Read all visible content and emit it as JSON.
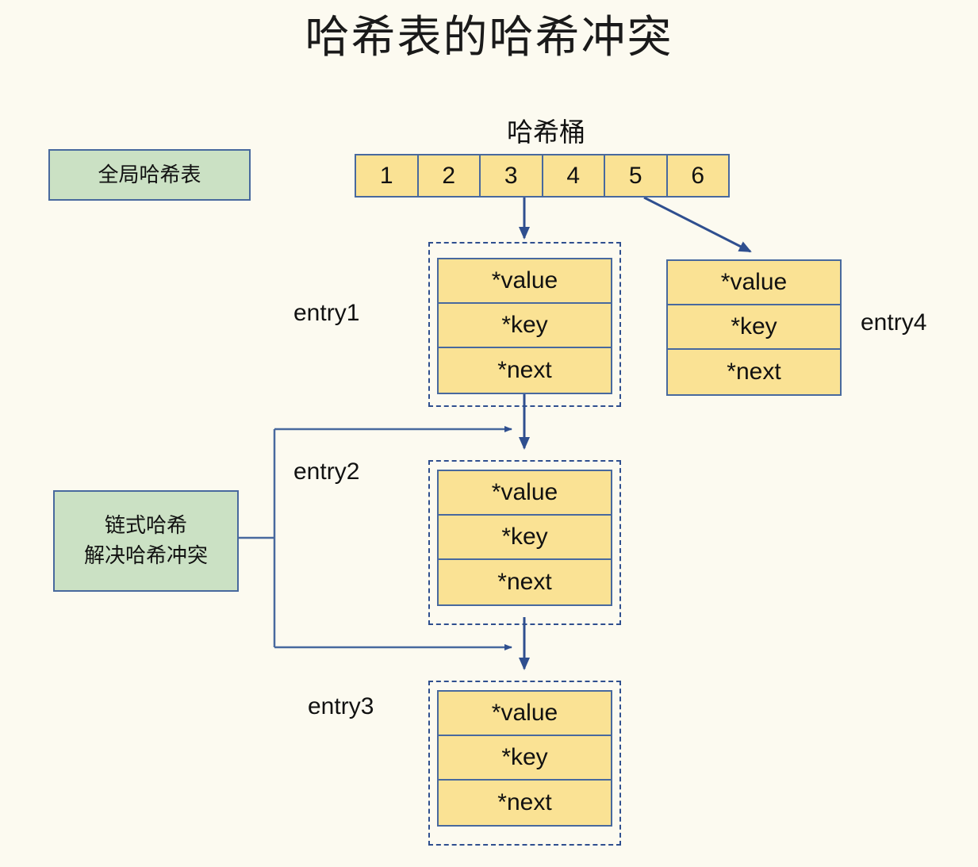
{
  "title": "哈希表的哈希冲突",
  "bucket": {
    "label": "哈希桶",
    "cells": [
      "1",
      "2",
      "3",
      "4",
      "5",
      "6"
    ]
  },
  "boxes": {
    "global_hash_table": "全局哈希表",
    "chain_hash_line1": "链式哈希",
    "chain_hash_line2": "解决哈希冲突"
  },
  "node_fields": {
    "value": "*value",
    "key": "*key",
    "next": "*next"
  },
  "entries": [
    {
      "label": "entry1",
      "fields": [
        "*value",
        "*key",
        "*next"
      ],
      "dashed": true
    },
    {
      "label": "entry2",
      "fields": [
        "*value",
        "*key",
        "*next"
      ],
      "dashed": true
    },
    {
      "label": "entry3",
      "fields": [
        "*value",
        "*key",
        "*next"
      ],
      "dashed": true
    },
    {
      "label": "entry4",
      "fields": [
        "*value",
        "*key",
        "*next"
      ],
      "dashed": false
    }
  ],
  "colors": {
    "background": "#fcfaf0",
    "node_fill": "#fae294",
    "node_stroke": "#48699e",
    "green_fill": "#cbe1c4",
    "dashed_stroke": "#2f4f8f",
    "arrow": "#2f4f8f",
    "text": "#111111"
  }
}
